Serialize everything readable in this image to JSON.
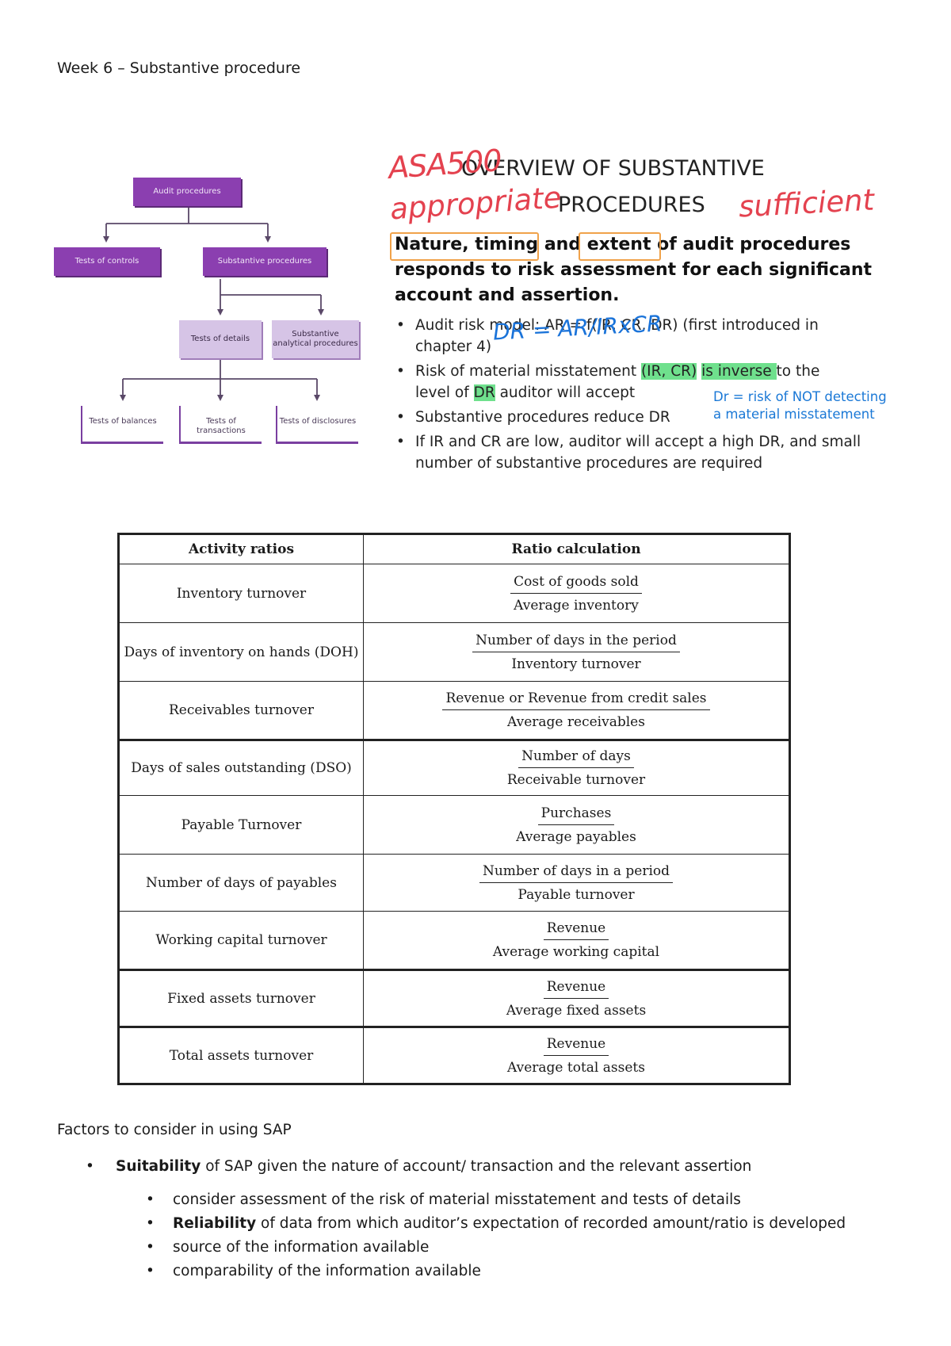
{
  "page": {
    "title": "Week 6 – Substantive procedure"
  },
  "diagram": {
    "root": "Audit procedures",
    "level1": [
      "Tests of controls",
      "Substantive procedures"
    ],
    "level2": [
      "Tests of details",
      "Substantive analytical procedures"
    ],
    "level3": [
      "Tests of balances",
      "Tests of transactions",
      "Tests of disclosures"
    ]
  },
  "slide": {
    "handwritten": {
      "asa": "ASA500",
      "appropriate": "appropriate",
      "sufficient": "sufficient",
      "dr_formula": "DR = AR/IRxCR"
    },
    "title_line1": "OVERVIEW OF SUBSTANTIVE",
    "title_line2": "PROCEDURES",
    "subtitle": "Nature, timing and extent of audit procedures responds to risk assessment for each significant account and assertion.",
    "bullets": [
      "Audit risk model: AR = f(IR, CR, DR) (first introduced in chapter 4)",
      "Substantive procedures reduce DR",
      "If IR and CR are low, auditor will accept a high DR, and small number of substantive procedures are required"
    ],
    "bullet2": {
      "pre": "Risk of material misstatement ",
      "hl1": "(IR, CR)",
      "mid": " ",
      "hl2": "is inverse ",
      "post1": "to the level of ",
      "hl3": "DR",
      "post2": " auditor will accept"
    },
    "note": {
      "line1": "Dr = risk of NOT detecting",
      "line2": "a material misstatement"
    }
  },
  "table": {
    "headers": [
      "Activity ratios",
      "Ratio calculation"
    ],
    "rows": [
      {
        "name": "Inventory turnover",
        "num": "Cost of goods sold",
        "den": "Average inventory"
      },
      {
        "name": "Days of inventory on hands (DOH)",
        "num": "Number of days in the period",
        "den": "Inventory turnover"
      },
      {
        "name": "Receivables turnover",
        "num": "Revenue or Revenue from credit sales",
        "den": "Average receivables"
      },
      {
        "name": "Days of sales outstanding (DSO)",
        "num": "Number of days",
        "den": "Receivable turnover"
      },
      {
        "name": "Payable Turnover",
        "num": "Purchases",
        "den": "Average payables"
      },
      {
        "name": "Number of days of payables",
        "num": "Number of days in a period",
        "den": "Payable turnover"
      },
      {
        "name": "Working capital turnover",
        "num": "Revenue",
        "den": "Average working capital"
      },
      {
        "name": "Fixed assets turnover",
        "num": "Revenue",
        "den": "Average fixed assets"
      },
      {
        "name": "Total assets turnover",
        "num": "Revenue",
        "den": "Average total assets"
      }
    ]
  },
  "sap": {
    "heading": "Factors to consider in using SAP",
    "main": {
      "bold": "Suitability",
      "rest": " of SAP given the nature of account/ transaction and the relevant assertion"
    },
    "sub": [
      {
        "bold": "",
        "rest": "consider assessment of the risk of material misstatement  and tests of details"
      },
      {
        "bold": "Reliability",
        "rest": " of data from which auditor’s expectation of recorded amount/ratio is developed"
      },
      {
        "bold": "",
        "rest": "source of the information available"
      },
      {
        "bold": "",
        "rest": "comparability of the information available"
      }
    ]
  }
}
